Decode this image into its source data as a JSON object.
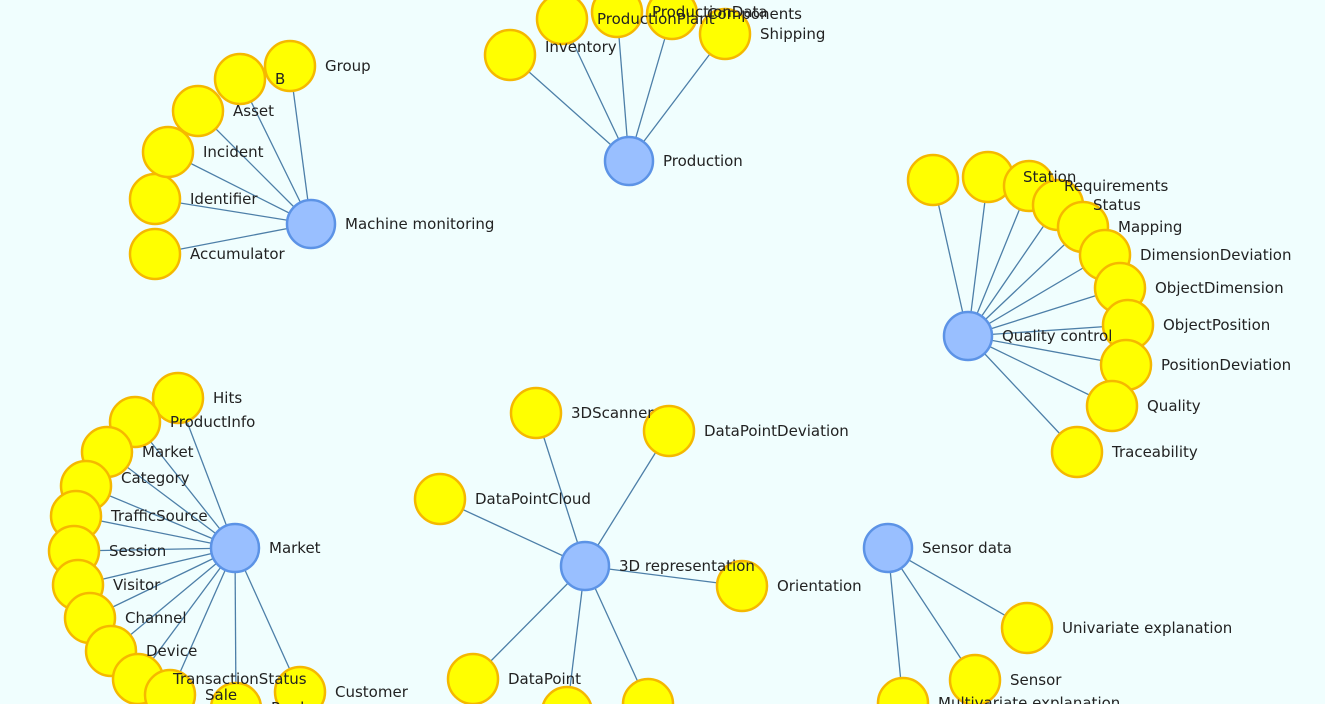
{
  "colors": {
    "canvas": "#f0fefe",
    "edge": "#4d7fa8",
    "hub_fill": "#99bfff",
    "hub_stroke": "#5c93e6",
    "leaf_fill": "#ffff00",
    "leaf_stroke": "#f5b800"
  },
  "graph": {
    "clusters": [
      {
        "id": "machine-monitoring",
        "hub": "Machine monitoring",
        "leaves": [
          "Accumulator",
          "Identifier",
          "Incident",
          "Asset",
          "B",
          "Group"
        ]
      },
      {
        "id": "production",
        "hub": "Production",
        "leaves": [
          "Inventory",
          "ProductionPlant",
          "ProductionData",
          "Components",
          "Shipping"
        ]
      },
      {
        "id": "quality-control",
        "hub": "Quality control",
        "leaves": [
          "",
          "Station",
          "Requirements",
          "Status",
          "Mapping",
          "DimensionDeviation",
          "ObjectDimension",
          "ObjectPosition",
          "PositionDeviation",
          "Quality",
          "Traceability"
        ]
      },
      {
        "id": "market",
        "hub": "Market",
        "leaves": [
          "Hits",
          "ProductInfo",
          "Market",
          "Category",
          "TrafficSource",
          "Session",
          "Visitor",
          "Channel",
          "Device",
          "TransactionStatus",
          "Sale",
          "Prod",
          "Customer"
        ]
      },
      {
        "id": "3d-representation",
        "hub": "3D representation",
        "leaves": [
          "3DScanner",
          "DataPointDeviation",
          "DataPointCloud",
          "Orientation",
          "DataPoint",
          "",
          ""
        ]
      },
      {
        "id": "sensor-data",
        "hub": "Sensor data",
        "leaves": [
          "Univariate explanation",
          "Sensor",
          "Multivariate explanation"
        ]
      }
    ]
  }
}
